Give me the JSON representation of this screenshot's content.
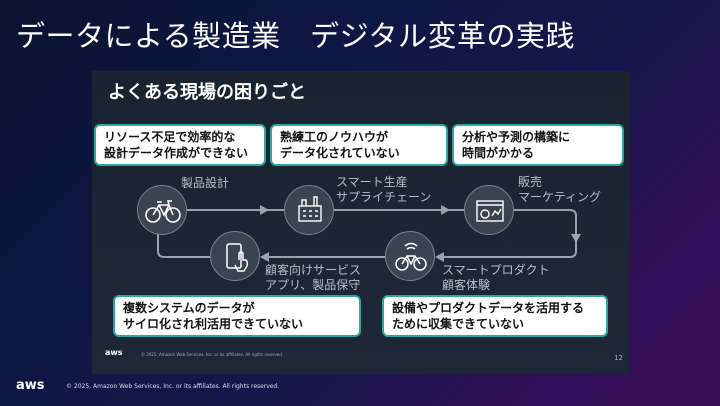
{
  "slide_title": "データによる製造業　デジタル変革の実践",
  "inner": {
    "title": "よくある現場の困りごと",
    "callouts": {
      "c1": [
        "リソース不足で効率的な",
        "設計データ作成ができない"
      ],
      "c2": [
        "熟練工のノウハウが",
        "データ化されていない"
      ],
      "c3": [
        "分析や予測の構築に",
        "時間がかかる"
      ],
      "c4": [
        "複数システムのデータが",
        "サイロ化され利活用できていない"
      ],
      "c5": [
        "設備やプロダクトデータを活用する",
        "ために収集できていない"
      ]
    },
    "labels": {
      "design": "製品設計",
      "smart_mfg": [
        "スマート生産",
        "サプライチェーン"
      ],
      "sales": [
        "販売",
        "マーケティング"
      ],
      "smart_product": [
        "スマートプロダクト",
        "顧客体験"
      ],
      "service": [
        "顧客向けサービス",
        "アプリ、製品保守"
      ]
    },
    "logo": "aws",
    "footer": "© 2025, Amazon Web Services, Inc. or its affiliates. All rights reserved.",
    "page_number": "12"
  },
  "outer_logo": "aws",
  "outer_footer": "© 2025, Amazon Web Services, Inc. or its affiliates. All rights reserved.",
  "icons": [
    "bicycle-icon",
    "factory-icon",
    "dashboard-icon",
    "smart-bicycle-icon",
    "mobile-touch-icon"
  ],
  "colors": {
    "callout_border": "#2fa6a2",
    "flow_arrow": "#9aa1aa"
  }
}
